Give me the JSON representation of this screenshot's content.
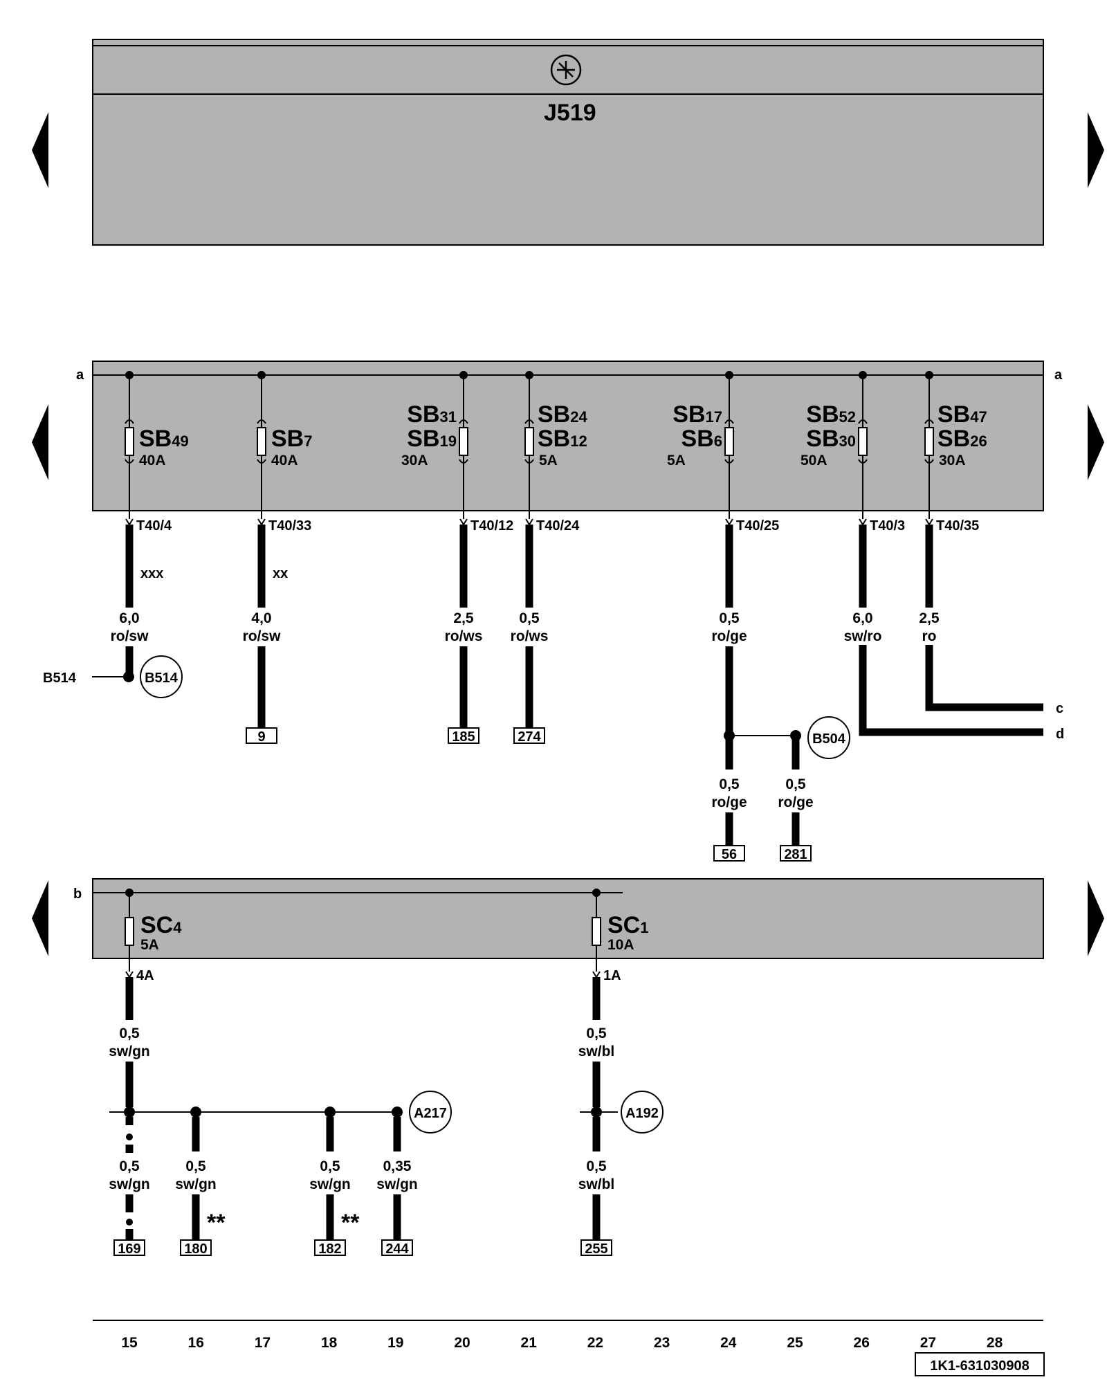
{
  "title": "J519",
  "bus_labels": {
    "a": "a",
    "b": "b",
    "c": "c",
    "d": "d"
  },
  "b514_label": "B514",
  "top_fuses": [
    {
      "fuse1": "SB",
      "fuse1_num": "49",
      "fuse2": "",
      "fuse2_num": "",
      "rating": "40A",
      "pin": "T40/4",
      "note": "xxx",
      "gauge": "6,0",
      "color": "ro/sw",
      "target": ""
    },
    {
      "fuse1": "SB",
      "fuse1_num": "7",
      "fuse2": "",
      "fuse2_num": "",
      "rating": "40A",
      "pin": "T40/33",
      "note": "xx",
      "gauge": "4,0",
      "color": "ro/sw",
      "target": "9"
    },
    {
      "fuse1": "SB",
      "fuse1_num": "31",
      "fuse2": "SB",
      "fuse2_num": "19",
      "rating": "30A",
      "pin": "T40/12",
      "note": "",
      "gauge": "2,5",
      "color": "ro/ws",
      "target": "185"
    },
    {
      "fuse1": "SB",
      "fuse1_num": "24",
      "fuse2": "SB",
      "fuse2_num": "12",
      "rating": "5A",
      "pin": "T40/24",
      "note": "",
      "gauge": "0,5",
      "color": "ro/ws",
      "target": "274"
    },
    {
      "fuse1": "SB",
      "fuse1_num": "17",
      "fuse2": "SB",
      "fuse2_num": "6",
      "rating": "5A",
      "pin": "T40/25",
      "note": "",
      "gauge": "0,5",
      "color": "ro/ge",
      "target": ""
    },
    {
      "fuse1": "SB",
      "fuse1_num": "52",
      "fuse2": "SB",
      "fuse2_num": "30",
      "rating": "50A",
      "pin": "T40/3",
      "note": "",
      "gauge": "6,0",
      "color": "sw/ro",
      "target": ""
    },
    {
      "fuse1": "SB",
      "fuse1_num": "47",
      "fuse2": "SB",
      "fuse2_num": "26",
      "rating": "30A",
      "pin": "T40/35",
      "note": "",
      "gauge": "2,5",
      "color": "ro",
      "target": ""
    }
  ],
  "connectors": {
    "b514": "B514",
    "b504": "B504",
    "a217": "A217",
    "a192": "A192"
  },
  "b504_branches": [
    {
      "gauge": "0,5",
      "color": "ro/ge",
      "target": "56"
    },
    {
      "gauge": "0,5",
      "color": "ro/ge",
      "target": "281"
    }
  ],
  "bottom_fuses": [
    {
      "fuse": "SC",
      "fuse_num": "4",
      "rating": "5A",
      "pin": "4A",
      "gauge": "0,5",
      "color": "sw/gn"
    },
    {
      "fuse": "SC",
      "fuse_num": "1",
      "rating": "10A",
      "pin": "1A",
      "gauge": "0,5",
      "color": "sw/bl"
    }
  ],
  "a217_branches": [
    {
      "gauge": "0,5",
      "color": "sw/gn",
      "target": "169",
      "note": ""
    },
    {
      "gauge": "0,5",
      "color": "sw/gn",
      "target": "180",
      "note": "**"
    },
    {
      "gauge": "0,5",
      "color": "sw/gn",
      "target": "182",
      "note": "**"
    },
    {
      "gauge": "0,35",
      "color": "sw/gn",
      "target": "244",
      "note": ""
    }
  ],
  "a192_branch": {
    "gauge": "0,5",
    "color": "sw/bl",
    "target": "255"
  },
  "scale_numbers": [
    "15",
    "16",
    "17",
    "18",
    "19",
    "20",
    "21",
    "22",
    "23",
    "24",
    "25",
    "26",
    "27",
    "28"
  ],
  "diagram_code": "1K1-631030908",
  "colors": {
    "panel": "#b3b3b3",
    "line": "#000000",
    "background": "#ffffff"
  }
}
